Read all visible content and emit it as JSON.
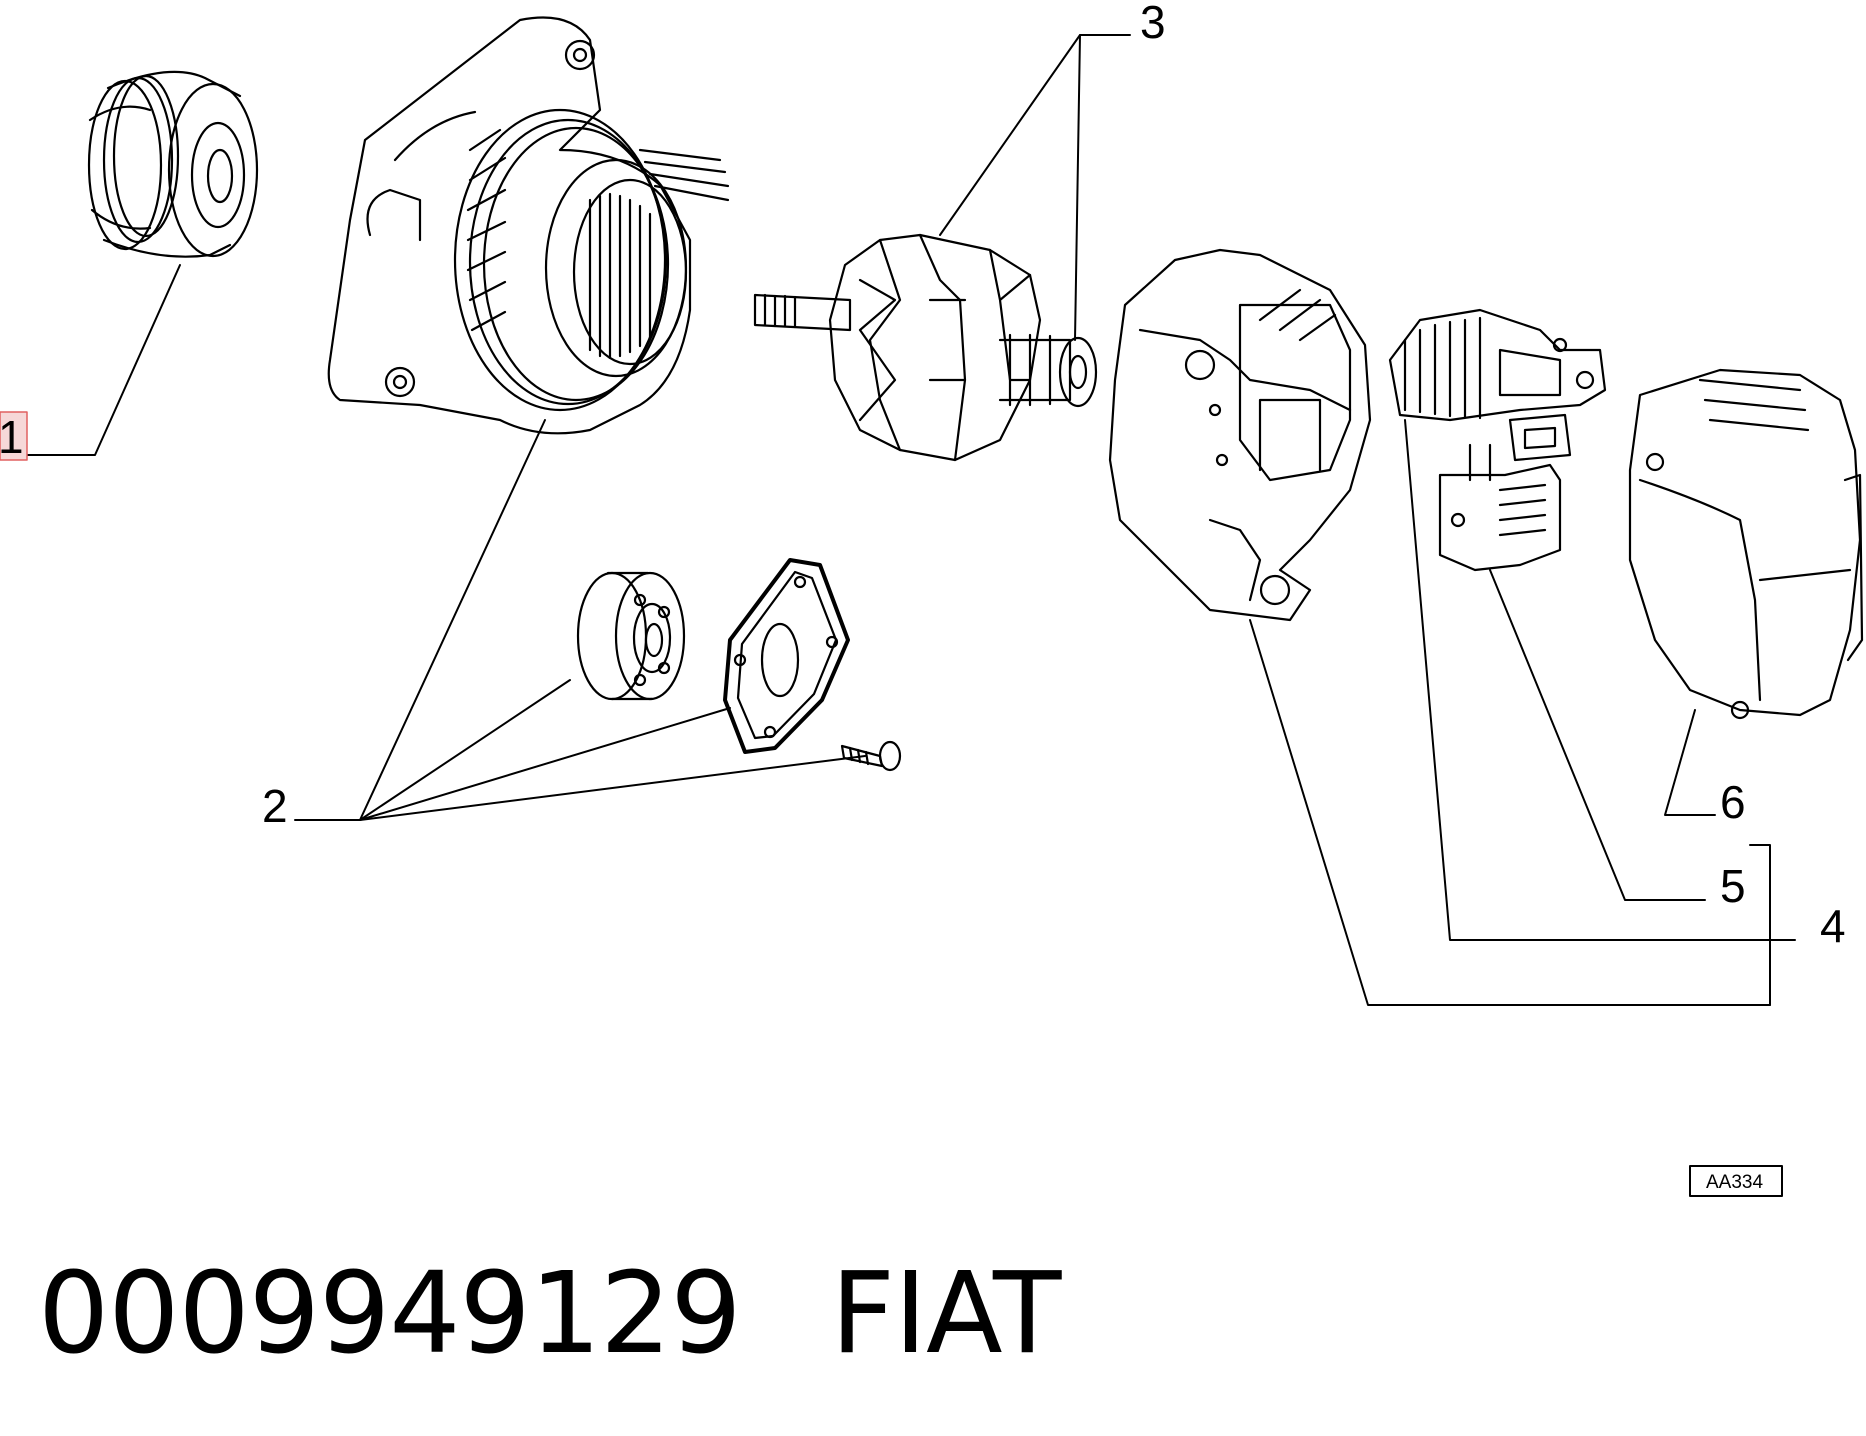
{
  "diagram": {
    "callouts": [
      {
        "id": "1",
        "label": "1",
        "highlighted": true
      },
      {
        "id": "2",
        "label": "2"
      },
      {
        "id": "3",
        "label": "3"
      },
      {
        "id": "4",
        "label": "4"
      },
      {
        "id": "5",
        "label": "5"
      },
      {
        "id": "6",
        "label": "6"
      }
    ],
    "reference_code": "AA334",
    "highlight_color": "#e06060"
  },
  "footer": {
    "part_number": "0009949129",
    "brand": "FIAT"
  }
}
